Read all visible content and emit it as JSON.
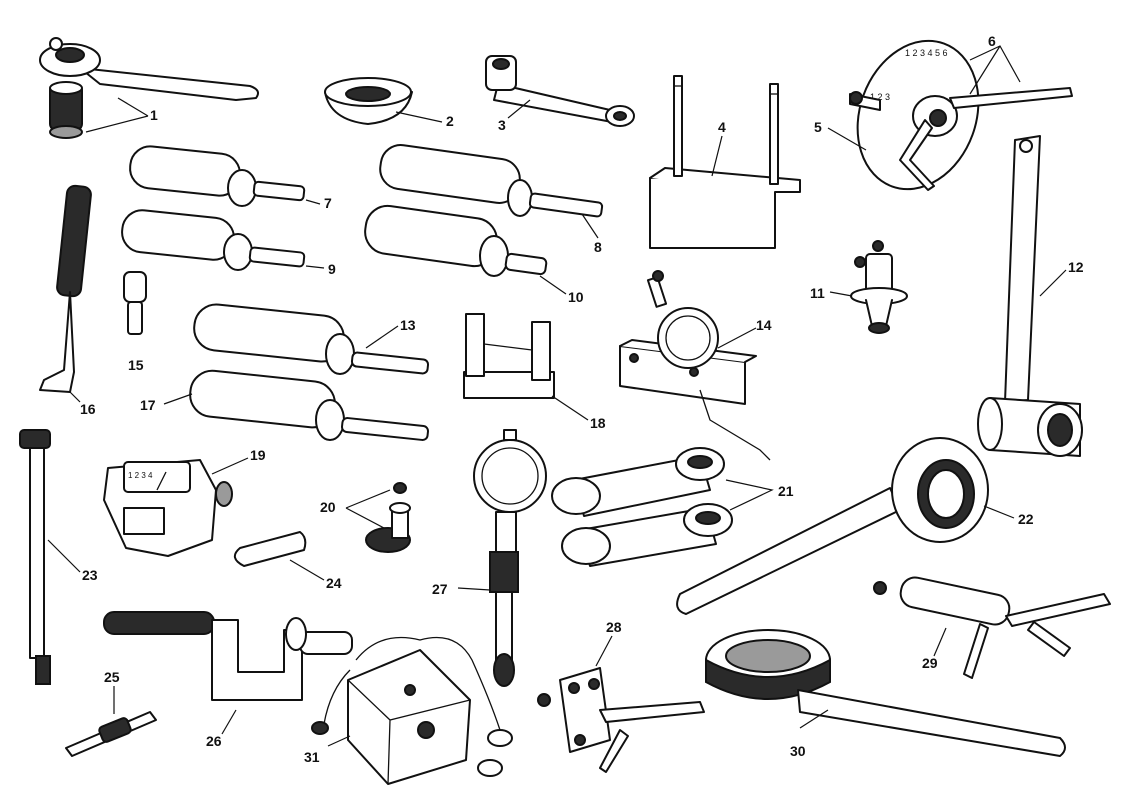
{
  "labels": {
    "l1": "1",
    "l2": "2",
    "l3": "3",
    "l4": "4",
    "l5": "5",
    "l6": "6",
    "l7": "7",
    "l8": "8",
    "l9": "9",
    "l10": "10",
    "l11": "11",
    "l12": "12",
    "l13": "13",
    "l14": "14",
    "l15": "15",
    "l16": "16",
    "l17": "17",
    "l18": "18",
    "l19": "19",
    "l20": "20",
    "l21": "21",
    "l22": "22",
    "l23": "23",
    "l24": "24",
    "l25": "25",
    "l26": "26",
    "l27": "27",
    "l28": "28",
    "l29": "29",
    "l30": "30",
    "l31": "31"
  }
}
